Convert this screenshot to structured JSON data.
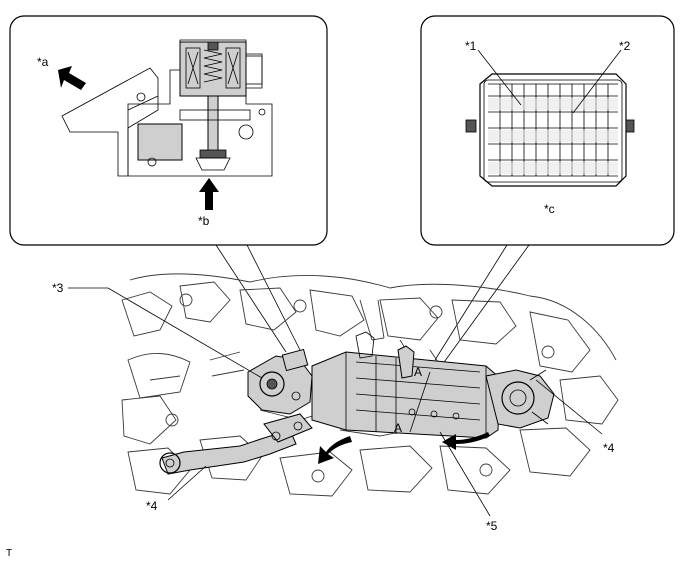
{
  "callouts": {
    "a": "*a",
    "b": "*b",
    "c": "*c",
    "n1": "*1",
    "n2": "*2",
    "n3": "*3",
    "n4_right": "*4",
    "n4_left": "*4",
    "n5": "*5",
    "A_top": "A",
    "A_bottom": "A"
  },
  "corner_code": "T",
  "colors": {
    "line": "#000000",
    "fill_gray": "#cfcfcf",
    "fill_dark": "#555555",
    "background": "#ffffff"
  },
  "icons": [
    "flow-out-arrow",
    "flow-in-arrow",
    "rotation-arrow"
  ]
}
